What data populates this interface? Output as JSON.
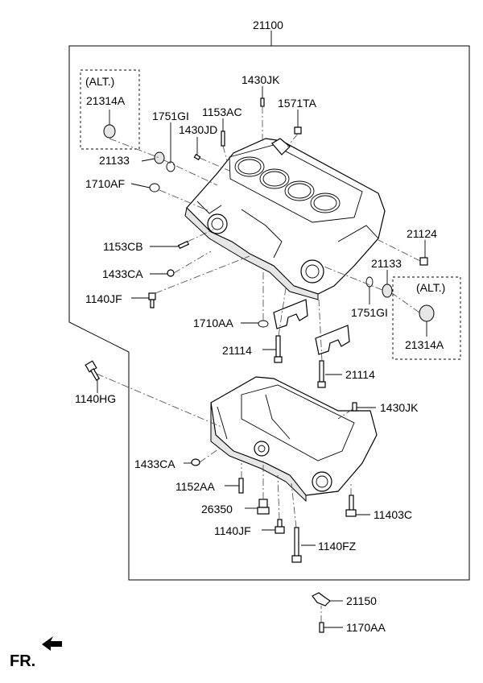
{
  "labels": {
    "main_assembly": "21100",
    "alt_top": "(ALT.)",
    "alt_top_part": "21314A",
    "p1430JK_top": "1430JK",
    "p1751GI_top": "1751GI",
    "p1153AC": "1153AC",
    "p1571TA": "1571TA",
    "p1430JD": "1430JD",
    "p21133_left": "21133",
    "p1710AF": "1710AF",
    "p21124": "21124",
    "p1153CB": "1153CB",
    "p21133_right": "21133",
    "alt_right": "(ALT.)",
    "p1433CA_upper": "1433CA",
    "p1751GI_right": "1751GI",
    "p1140JF_upper": "1140JF",
    "p1710AA": "1710AA",
    "alt_right_part": "21314A",
    "p21114_left": "21114",
    "p21114_right": "21114",
    "p1140HG": "1140HG",
    "p1430JK_lower": "1430JK",
    "p1433CA_lower": "1433CA",
    "p1152AA": "1152AA",
    "p26350": "26350",
    "p11403C": "11403C",
    "p1140JF_lower": "1140JF",
    "p1140FZ": "1140FZ",
    "p21150": "21150",
    "p1170AA": "1170AA",
    "fr": "FR."
  }
}
